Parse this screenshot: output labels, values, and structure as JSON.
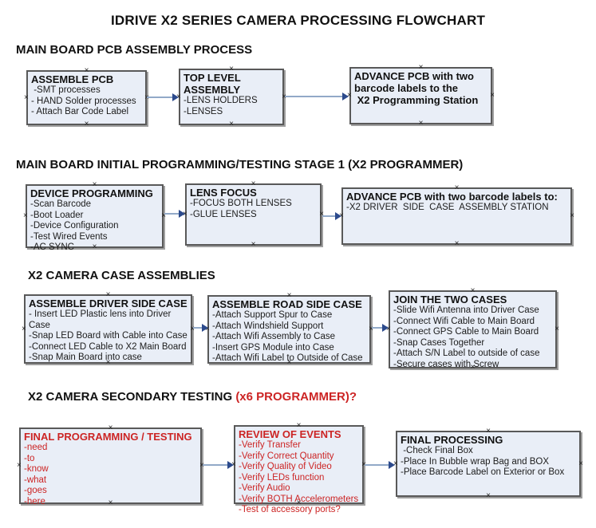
{
  "title": "IDRIVE X2  SERIES CAMERA PROCESSING FLOWCHART",
  "decor": {
    "anchor_glyph": "×"
  },
  "colors": {
    "box_fill": "#e9eef7",
    "red": "#cc2424",
    "arrow_line": "#92a9c8",
    "arrow_head": "#2c4a8c"
  },
  "sections": [
    {
      "header": "MAIN BOARD PCB ASSEMBLY PROCESS",
      "boxes": [
        {
          "title": "ASSEMBLE PCB",
          "lines": [
            " -SMT processes",
            "- HAND Solder processes",
            "- Attach Bar Code Label"
          ]
        },
        {
          "title": "TOP LEVEL ASSEMBLY",
          "lines": [
            "-LENS HOLDERS",
            "-LENSES"
          ]
        },
        {
          "title": "ADVANCE PCB with two\nbarcode labels to the\n X2 Programming Station",
          "lines": []
        }
      ]
    },
    {
      "header": "MAIN BOARD INITIAL PROGRAMMING/TESTING STAGE 1 (X2 PROGRAMMER)",
      "boxes": [
        {
          "title": "DEVICE PROGRAMMING",
          "lines": [
            "-Scan Barcode",
            "-Boot Loader",
            "-Device Configuration",
            "-Test Wired Events",
            "-AC SYNC"
          ]
        },
        {
          "title": "LENS FOCUS",
          "lines": [
            "-FOCUS BOTH LENSES",
            "-GLUE LENSES"
          ]
        },
        {
          "title": "ADVANCE PCB with two barcode labels to:",
          "lines": [
            "-X2 DRIVER  SIDE  CASE  ASSEMBLY STATION"
          ]
        }
      ]
    },
    {
      "header": "X2 CAMERA CASE ASSEMBLIES",
      "boxes": [
        {
          "title": "ASSEMBLE DRIVER SIDE CASE",
          "lines": [
            "- Insert LED Plastic lens into Driver Case",
            "-Snap LED Board with Cable into Case",
            "-Connect LED Cable to X2 Main Board",
            "-Snap Main Board into case"
          ]
        },
        {
          "title": "ASSEMBLE ROAD SIDE CASE",
          "lines": [
            "-Attach Support Spur to Case",
            "-Attach Windshield Support",
            "-Attach Wifi Assembly to Case",
            "-Insert GPS Module into Case",
            "-Attach Wifi Label to Outside of Case"
          ]
        },
        {
          "title": "JOIN THE TWO CASES",
          "lines": [
            "-Slide Wifi Antenna into Driver Case",
            "-Connect Wifi Cable to Main Board",
            "-Connect GPS Cable to Main Board",
            "-Snap Cases Together",
            "-Attach S/N Label to outside of case",
            "-Secure cases with Screw"
          ]
        }
      ]
    },
    {
      "header": "X2 CAMERA SECONDARY TESTING ",
      "header_red": "(x6 PROGRAMMER)?",
      "boxes": [
        {
          "title": "FINAL PROGRAMMING / TESTING",
          "lines": [
            "-need",
            "-to",
            "-know",
            "-what",
            "-goes",
            "-here"
          ]
        },
        {
          "title": "REVIEW OF EVENTS",
          "lines": [
            "-Verify Transfer",
            "-Verify Correct Quantity",
            "-Verify Quality of Video",
            "-Verify LEDs function",
            "-Verify Audio",
            "-Verify BOTH Accelerometers",
            "-Test of accessory ports?"
          ]
        },
        {
          "title": "FINAL PROCESSING",
          "lines": [
            " -Check Final Box",
            "-Place In Bubble wrap Bag and BOX",
            "-Place Barcode Label on Exterior or Box"
          ]
        }
      ]
    }
  ]
}
